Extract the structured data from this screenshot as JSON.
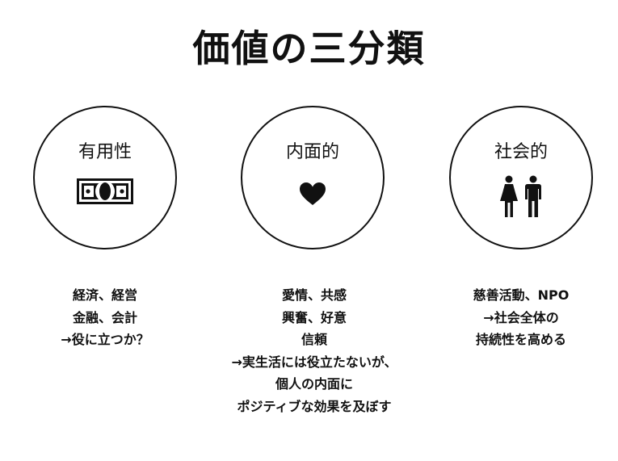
{
  "title": "価値の三分類",
  "categories": [
    {
      "label": "有用性",
      "icon": "money-bill-icon",
      "lines": [
        "経済、経営",
        "金融、会計",
        "→役に立つか？"
      ]
    },
    {
      "label": "内面的",
      "icon": "heart-icon",
      "lines": [
        "愛情、共感",
        "興奮、好意",
        "信頼",
        "→実生活には役立たないが、",
        "個人の内面に",
        "ポジティブな効果を及ぼす"
      ]
    },
    {
      "label": "社会的",
      "icon": "people-icon",
      "lines": [
        "慈善活動、NPO",
        "→社会全体の",
        "持続性を高める"
      ]
    }
  ]
}
